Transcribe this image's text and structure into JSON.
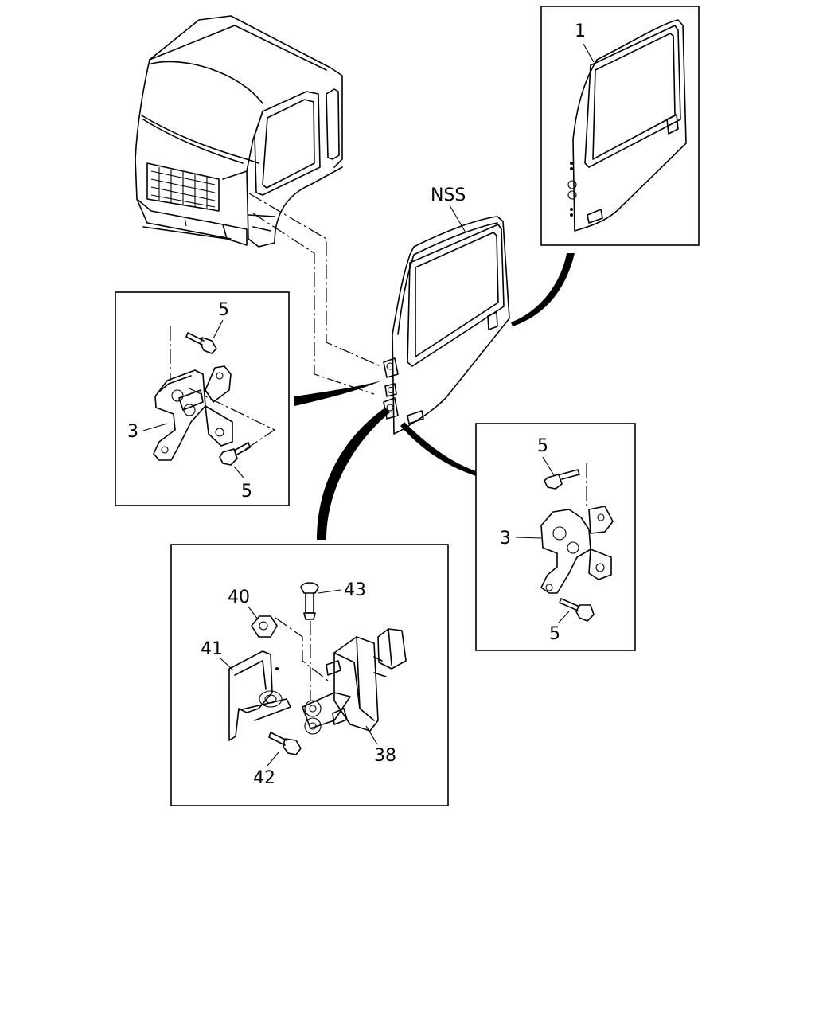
{
  "diagram": {
    "door_label": "NSS",
    "callouts": {
      "door_panel": "1",
      "hinge_upper": "3",
      "hinge_upper_bolt_top": "5",
      "hinge_upper_bolt_bottom": "5",
      "hinge_lower": "3",
      "hinge_lower_bolt_top": "5",
      "hinge_lower_bolt_bottom": "5",
      "checker": "38",
      "nut": "40",
      "bracket": "41",
      "bolt": "42",
      "pin": "43"
    }
  }
}
